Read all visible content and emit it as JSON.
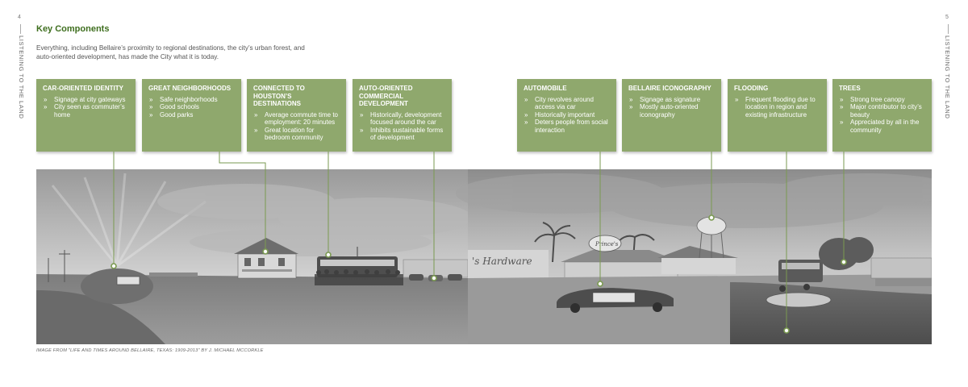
{
  "page": {
    "left_number": "4",
    "right_number": "5",
    "side_label": "LISTENING TO THE LAND",
    "title": "Key Components",
    "intro": "Everything, including Bellaire’s proximity to regional destinations, the city’s urban forest, and auto-oriented development, has made the City what it is today.",
    "credit": "IMAGE FROM \"LIFE AND TIMES AROUND BELLAIRE, TEXAS: 1909-2013\" BY J. MICHAEL MCCORKLE"
  },
  "colors": {
    "card_bg": "#8fa86d",
    "accent_green": "#3e6e1e",
    "connector": "#7a9a50"
  },
  "cards": [
    {
      "title": "CAR-ORIENTED IDENTITY",
      "items": [
        "Signage at city gateways",
        "City seen as commuter’s home"
      ]
    },
    {
      "title": "GREAT NEIGHBORHOODS",
      "items": [
        "Safe neighborhoods",
        "Good schools",
        "Good parks"
      ]
    },
    {
      "title": "CONNECTED TO HOUSTON’S DESTINATIONS",
      "items": [
        "Average commute time to employment: 20 minutes",
        "Great location for bedroom community"
      ]
    },
    {
      "title": "AUTO-ORIENTED COMMERCIAL DEVELOPMENT",
      "items": [
        "Historically, development focused around the car",
        "Inhibits sustainable forms of development"
      ]
    },
    {
      "title": "AUTOMOBILE",
      "items": [
        "City revolves around access via car",
        "Historically important",
        "Deters people from social interaction"
      ]
    },
    {
      "title": "BELLAIRE ICONOGRAPHY",
      "items": [
        "Signage as signature",
        "Mostly auto-oriented iconography"
      ]
    },
    {
      "title": "FLOODING",
      "items": [
        "Frequent flooding due to location in region and existing infrastructure"
      ]
    },
    {
      "title": "TREES",
      "items": [
        "Strong tree canopy",
        "Major contributor to city’s beauty",
        "Appreciated by all in the community"
      ]
    }
  ]
}
